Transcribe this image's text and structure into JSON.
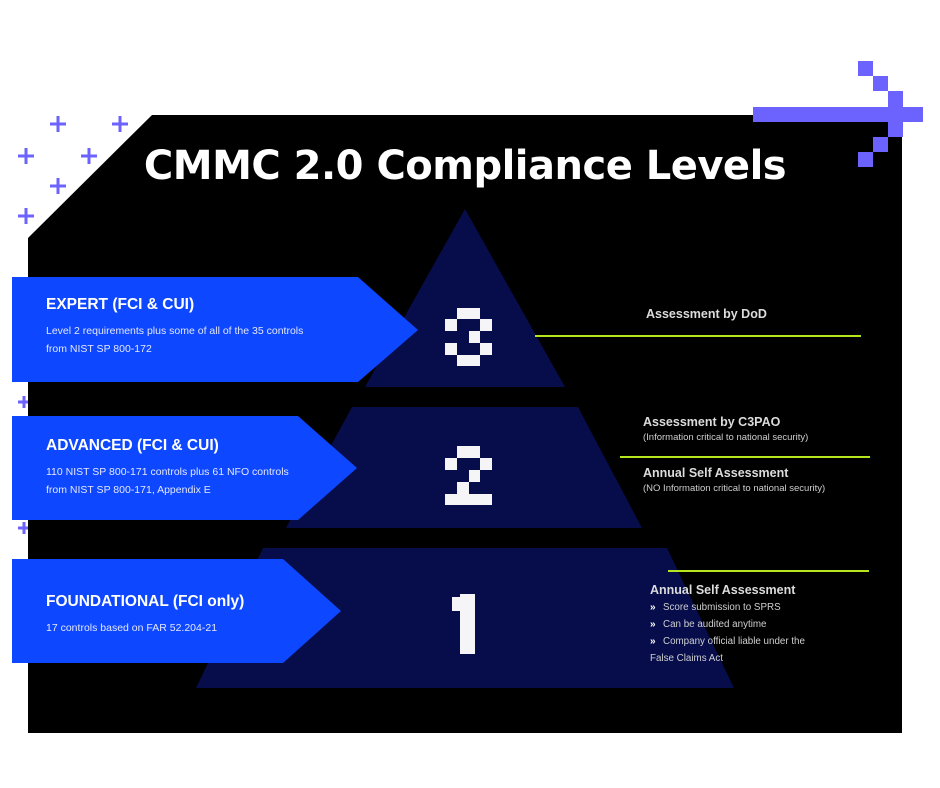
{
  "title": "CMMC 2.0 Compliance Levels",
  "colors": {
    "panel_bg": "#000000",
    "pyramid": "#060d4a",
    "tab_blue": "#0d47ff",
    "accent_purple": "#6c63ff",
    "separator_lime": "#b5e61d",
    "digit": "#f5f5f7"
  },
  "levels": [
    {
      "number": "3",
      "name": "EXPERT (FCI & CUI)",
      "description_lines": [
        "Level 2 requirements plus some of all of the 35 controls",
        "from NIST SP 800-172"
      ]
    },
    {
      "number": "2",
      "name": "ADVANCED (FCI & CUI)",
      "description_lines": [
        "110 NIST SP 800-171 controls plus 61 NFO controls",
        "from NIST SP 800-171, Appendix E"
      ]
    },
    {
      "number": "1",
      "name": "FOUNDATIONAL (FCI only)",
      "description_lines": [
        "17 controls based on FAR 52.204-21"
      ]
    }
  ],
  "assessments": {
    "level3": {
      "heading": "Assessment by DoD"
    },
    "level2": [
      {
        "heading": "Assessment by C3PAO",
        "note": "(Information critical to national security)"
      },
      {
        "heading": "Annual Self Assessment",
        "note": "(NO Information critical to national security)"
      }
    ],
    "level1": {
      "heading": "Annual Self Assessment",
      "bullets": [
        "Score submission to SPRS",
        "Can be audited anytime",
        "Company official liable under the",
        "False Claims Act"
      ],
      "bullet_icon": "double-chevron-right-icon"
    }
  }
}
